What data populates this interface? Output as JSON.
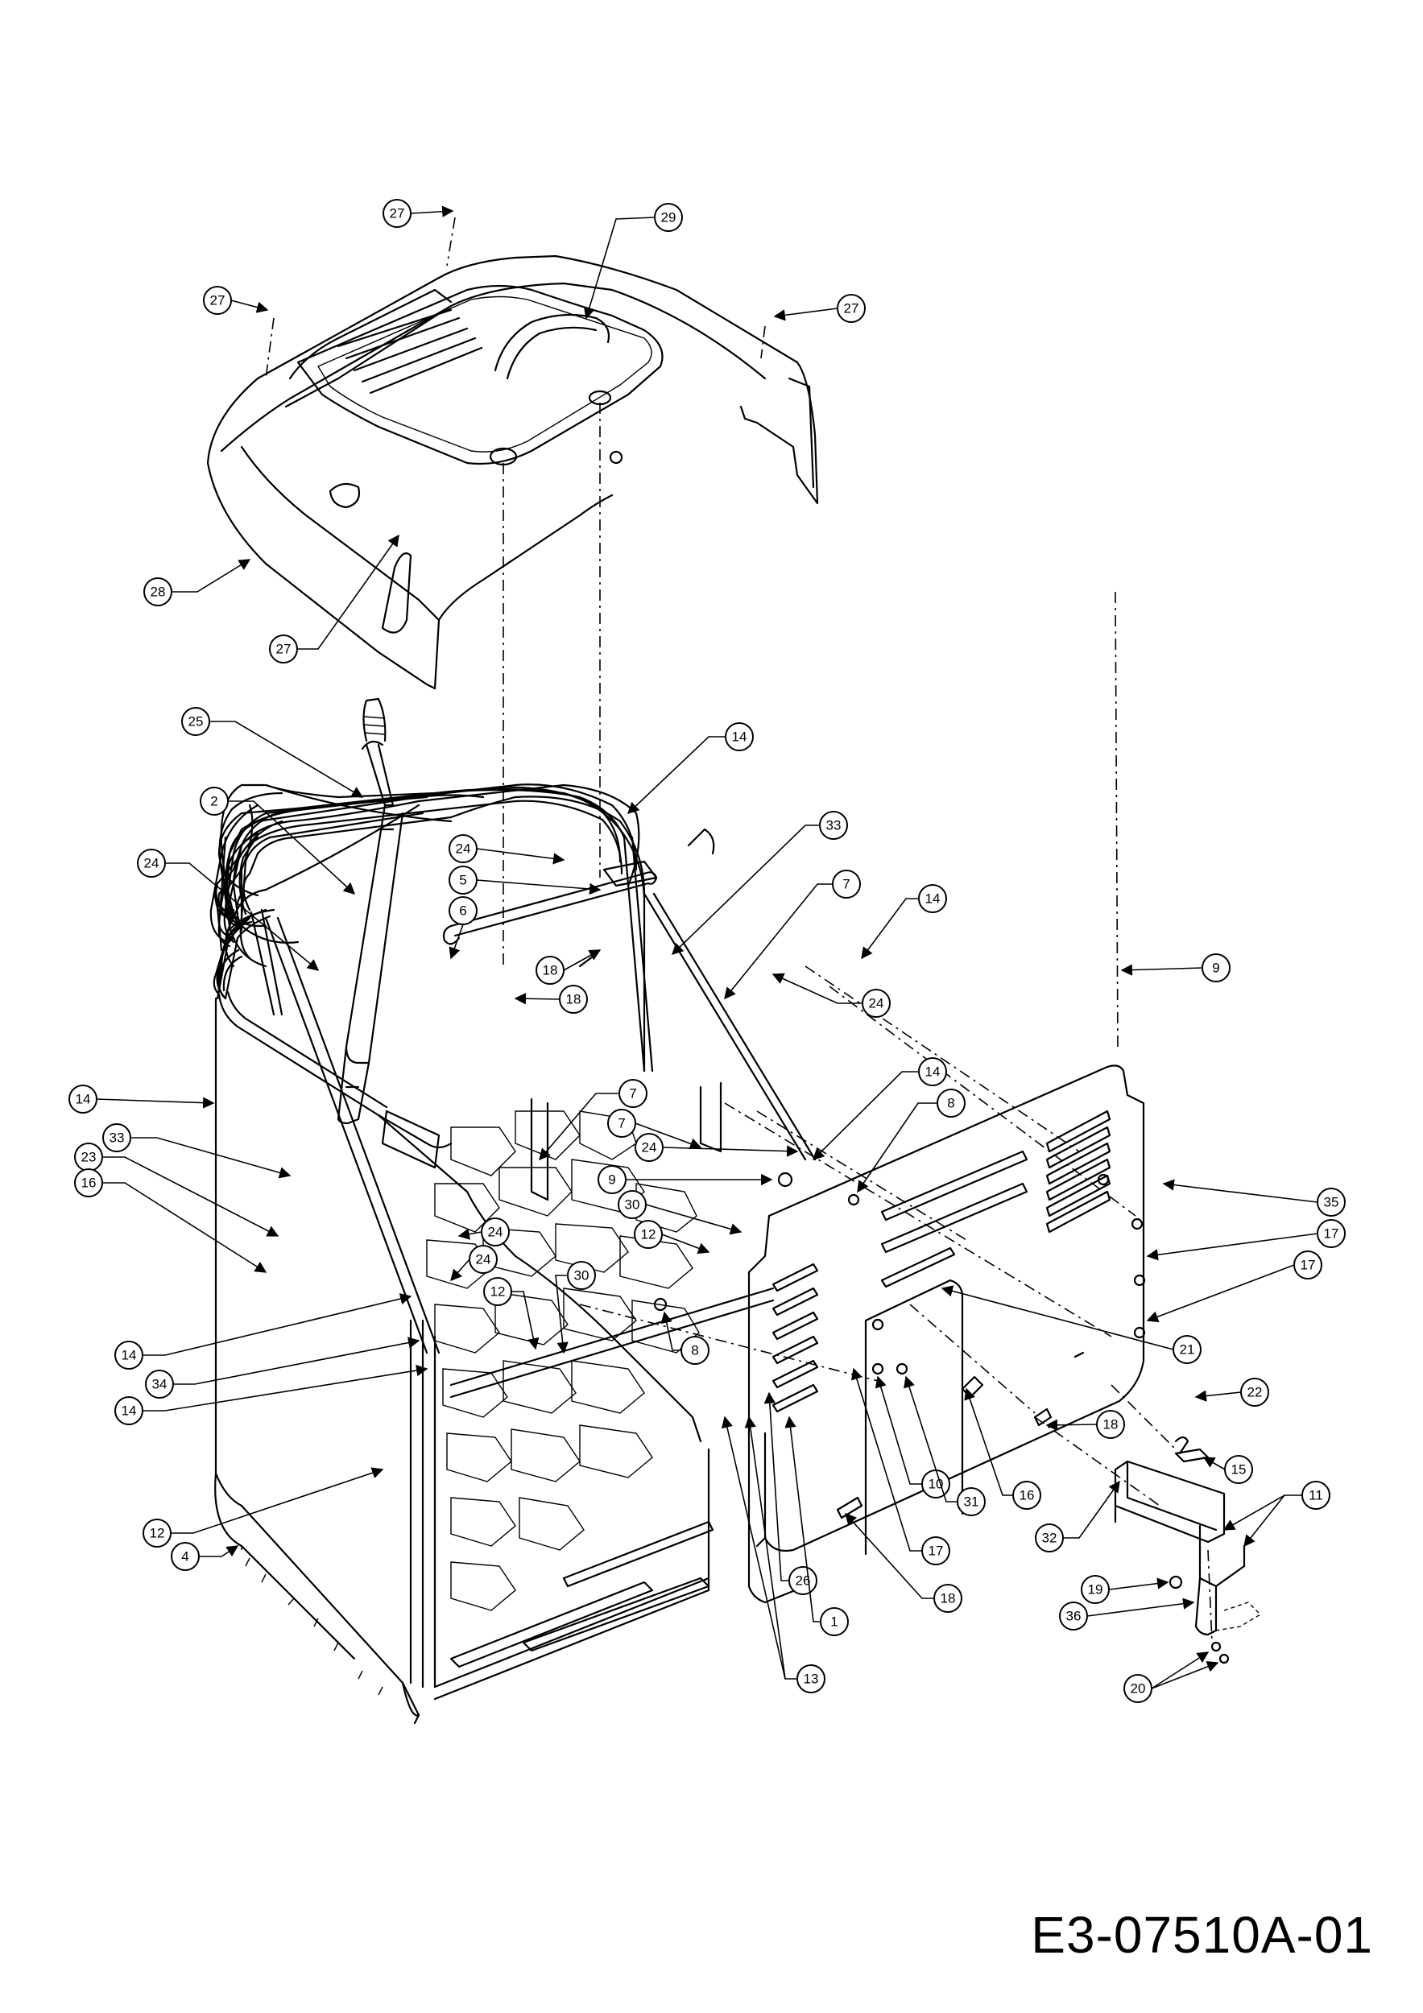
{
  "document_code": "E3-07510A-01",
  "callouts": [
    "27",
    "29",
    "27",
    "27",
    "28",
    "27",
    "25",
    "2",
    "24",
    "24",
    "5",
    "6",
    "18",
    "18",
    "14",
    "33",
    "7",
    "14",
    "24",
    "9",
    "14",
    "33",
    "7",
    "7",
    "24",
    "9",
    "8",
    "14",
    "23",
    "16",
    "24",
    "24",
    "30",
    "12",
    "12",
    "30",
    "35",
    "17",
    "17",
    "8",
    "21",
    "14",
    "34",
    "14",
    "22",
    "18",
    "15",
    "10",
    "31",
    "16",
    "11",
    "32",
    "17",
    "26",
    "12",
    "4",
    "18",
    "19",
    "36",
    "1",
    "13",
    "20"
  ],
  "arrowhead": "arrowhead-icon"
}
